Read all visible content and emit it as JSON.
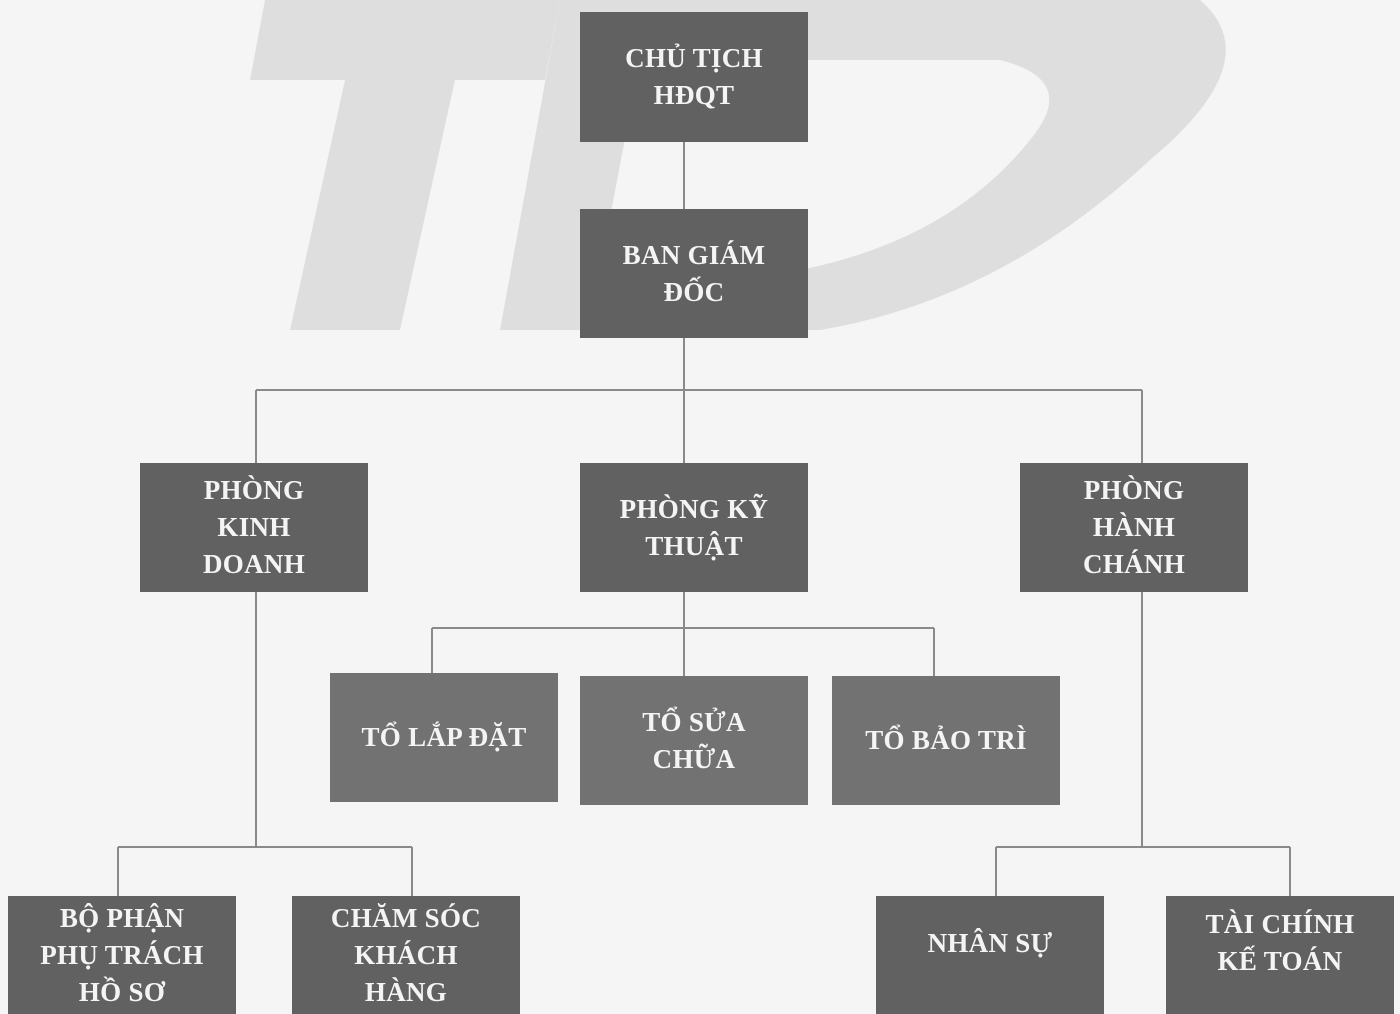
{
  "colors": {
    "background": "#f5f5f5",
    "box_dark": "#616161",
    "box_mid": "#727272",
    "box_text": "#f4f4f4",
    "connector": "#8a8a8a",
    "watermark": "#dcdcdc"
  },
  "watermark": {
    "text": "TD"
  },
  "org_chart": {
    "chairman": "CHỦ TỊCH\nHĐQT",
    "board_of_directors": "BAN GIÁM\nĐỐC",
    "departments": {
      "sales": "PHÒNG\nKINH\nDOANH",
      "technical": "PHÒNG KỸ\nTHUẬT",
      "administration": "PHÒNG\nHÀNH\nCHÁNH"
    },
    "technical_teams": {
      "installation": "TỔ LẮP ĐẶT",
      "repair": "TỔ SỬA\nCHỮA",
      "maintenance": "TỔ BẢO TRÌ"
    },
    "sales_units": {
      "records": "BỘ PHẬN\nPHỤ TRÁCH\nHỒ SƠ",
      "customer_care": "CHĂM SÓC\nKHÁCH\nHÀNG"
    },
    "admin_units": {
      "hr": "NHÂN SỰ",
      "finance": "TÀI CHÍNH\nKẾ TOÁN"
    }
  }
}
